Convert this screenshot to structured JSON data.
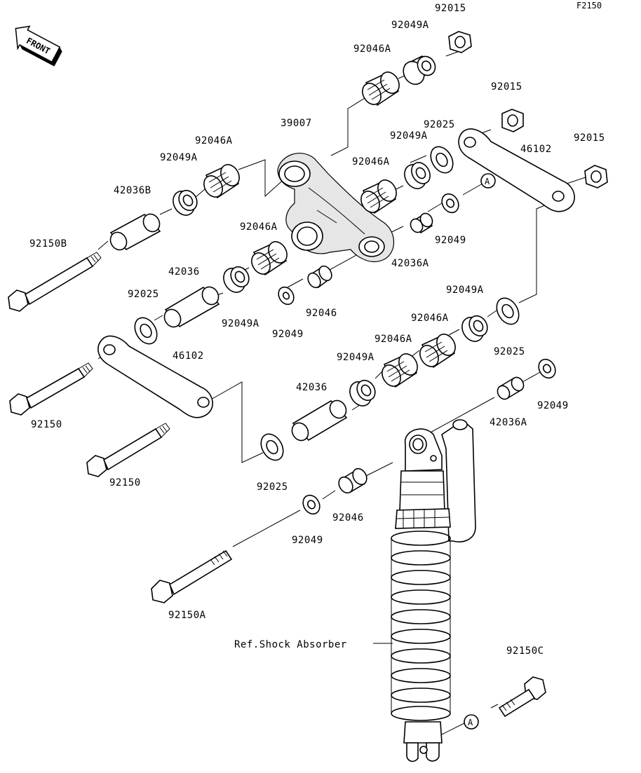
{
  "diagram": {
    "figure_code": "F2150",
    "front_badge": "FRONT",
    "callout_letter": "A",
    "reference_text": "Ref.Shock Absorber",
    "labels": {
      "p92015_top": "92015",
      "p92049A_top": "92049A",
      "p92046A_top": "92046A",
      "p92015_mid": "92015",
      "p39007": "39007",
      "p92025_top": "92025",
      "p92049A_upper_right": "92049A",
      "p92015_right": "92015",
      "p92046A_left": "92046A",
      "p92049A_left": "92049A",
      "p42036B": "42036B",
      "p46102_right": "46102",
      "p92046A_right": "92046A",
      "p92150B": "92150B",
      "p92046A_center": "92046A",
      "p42036A_top": "42036A",
      "p92049_right_top": "92049",
      "p42036_left": "42036",
      "p92025_left": "92025",
      "p92049A_center": "92049A",
      "p92049_center": "92049",
      "p92046_center": "92046",
      "p92049A_mid_right": "92049A",
      "p92046A_mid_right": "92046A",
      "p92025_mid_right": "92025",
      "p46102_left": "46102",
      "p92049A_lower": "92049A",
      "p42036_lower": "42036",
      "p92150_upper": "92150",
      "p92150_lower": "92150",
      "p92025_lower": "92025",
      "p92046_lower": "92046",
      "p92049_lower": "92049",
      "p92049_right_lower": "92049",
      "p42036A_lower": "42036A",
      "p92150A": "92150A",
      "p92150C": "92150C"
    }
  }
}
